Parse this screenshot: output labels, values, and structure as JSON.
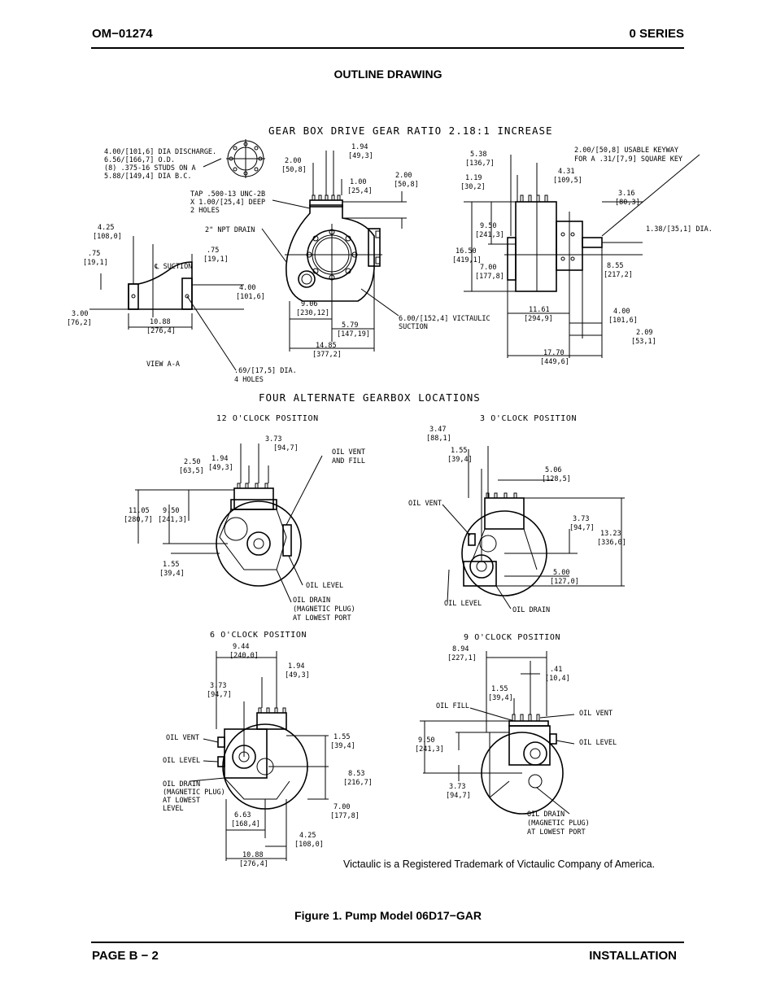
{
  "header": {
    "doc_number": "OM−01274",
    "series": "0 SERIES"
  },
  "section_title": "OUTLINE DRAWING",
  "drawing": {
    "main_title": "GEAR BOX DRIVE GEAR RATIO 2.18:1 INCREASE",
    "alt_title": "FOUR ALTERNATE GEARBOX LOCATIONS",
    "top_left": {
      "discharge_note": [
        "4.00/[101,6] DIA DISCHARGE.",
        "6.56/[166,7] O.D.",
        "(8) .375-16 STUDS ON A",
        "5.88/[149,4] DIA B.C."
      ],
      "tap_note": [
        "TAP .500-13 UNC-2B",
        "X 1.00/[25,4] DEEP",
        "2 HOLES"
      ],
      "npt_drain": "2\" NPT DRAIN",
      "suction_note": [
        "6.00/[152,4] VICTAULIC",
        "SUCTION"
      ],
      "suction_cl": "℄ SUCTION",
      "view": "VIEW A-A",
      "holes_note": [
        ".69/[17,5] DIA.",
        "4 HOLES"
      ],
      "dims": {
        "d425": [
          "4.25",
          "[108,0]"
        ],
        "d75a": [
          ".75",
          "[19,1]"
        ],
        "d75b": [
          ".75",
          "[19,1]"
        ],
        "d300": [
          "3.00",
          "[76,2]"
        ],
        "d1088": [
          "10.88",
          "[276,4]"
        ],
        "d400": [
          "4.00",
          "[101,6]"
        ],
        "d194": [
          "1.94",
          "[49,3]"
        ],
        "d200a": [
          "2.00",
          "[50,8]"
        ],
        "d100": [
          "1.00",
          "[25,4]"
        ],
        "d200b": [
          "2.00",
          "[50,8]"
        ],
        "d906": [
          "9.06",
          "[230,12]"
        ],
        "d579": [
          "5.79",
          "[147,19]"
        ],
        "d1485": [
          "14.85",
          "[377,2]"
        ]
      }
    },
    "top_right": {
      "keyway_note": [
        "2.00/[50,8] USABLE KEYWAY",
        "FOR A .31/[7,9] SQUARE KEY"
      ],
      "shaft_dia": "1.38/[35,1] DIA.",
      "dims": {
        "d538": [
          "5.38",
          "[136,7]"
        ],
        "d119": [
          "1.19",
          "[30,2]"
        ],
        "d431": [
          "4.31",
          "[109,5]"
        ],
        "d316": [
          "3.16",
          "[80,3]"
        ],
        "d950": [
          "9.50",
          "[241,3]"
        ],
        "d1650": [
          "16.50",
          "[419,1]"
        ],
        "d700": [
          "7.00",
          "[177,8]"
        ],
        "d855": [
          "8.55",
          "[217,2]"
        ],
        "d1161": [
          "11.61",
          "[294,9]"
        ],
        "d400": [
          "4.00",
          "[101,6]"
        ],
        "d209": [
          "2.09",
          "[53,1]"
        ],
        "d1770": [
          "17.70",
          "[449,6]"
        ]
      }
    },
    "p12": {
      "title": "12 O'CLOCK POSITION",
      "oil_vent_fill": [
        "OIL VENT",
        "AND FILL"
      ],
      "oil_level": "OIL LEVEL",
      "oil_drain": [
        "OIL DRAIN",
        "(MAGNETIC PLUG)",
        "AT LOWEST PORT"
      ],
      "dims": {
        "d373": [
          "3.73",
          "[94,7]"
        ],
        "d194": [
          "1.94",
          "[49,3]"
        ],
        "d250": [
          "2.50",
          "[63,5]"
        ],
        "d1105": [
          "11.05",
          "[280,7]"
        ],
        "d950": [
          "9.50",
          "[241,3]"
        ],
        "d155": [
          "1.55",
          "[39,4]"
        ]
      }
    },
    "p3": {
      "title": "3 O'CLOCK POSITION",
      "oil_vent": "OIL VENT",
      "oil_level": "OIL LEVEL",
      "oil_drain": "OIL DRAIN",
      "dims": {
        "d347": [
          "3.47",
          "[88,1]"
        ],
        "d155": [
          "1.55",
          "[39,4]"
        ],
        "d506": [
          "5.06",
          "[128,5]"
        ],
        "d373": [
          "3.73",
          "[94,7]"
        ],
        "d1323": [
          "13.23",
          "[336,0]"
        ],
        "d500": [
          "5.00",
          "[127,0]"
        ]
      }
    },
    "p6": {
      "title": "6 O'CLOCK POSITION",
      "oil_vent": "OIL VENT",
      "oil_level": "OIL LEVEL",
      "oil_drain": [
        "OIL DRAIN",
        "(MAGNETIC PLUG)",
        "AT LOWEST",
        "LEVEL"
      ],
      "dims": {
        "d944": [
          "9.44",
          "[240,0]"
        ],
        "d194": [
          "1.94",
          "[49,3]"
        ],
        "d373": [
          "3.73",
          "[94,7]"
        ],
        "d155": [
          "1.55",
          "[39,4]"
        ],
        "d853": [
          "8.53",
          "[216,7]"
        ],
        "d700": [
          "7.00",
          "[177,8]"
        ],
        "d663": [
          "6.63",
          "[168,4]"
        ],
        "d425": [
          "4.25",
          "[108,0]"
        ],
        "d1088": [
          "10.88",
          "[276,4]"
        ]
      }
    },
    "p9": {
      "title": "9 O'CLOCK POSITION",
      "oil_fill": "OIL FILL",
      "oil_vent": "OIL VENT",
      "oil_level": "OIL LEVEL",
      "oil_drain": [
        "OIL DRAIN",
        "(MAGNETIC PLUG)",
        "AT LOWEST PORT"
      ],
      "dims": {
        "d894": [
          "8.94",
          "[227,1]"
        ],
        "d41": [
          ".41",
          "[10,4]"
        ],
        "d155": [
          "1.55",
          "[39,4]"
        ],
        "d950": [
          "9.50",
          "[241,3]"
        ],
        "d373": [
          "3.73",
          "[94,7]"
        ]
      }
    }
  },
  "trademark": "Victaulic is a Registered Trademark of Victaulic Company of America.",
  "caption": "Figure 1.  Pump Model 06D17−GAR",
  "footer": {
    "page": "PAGE B − 2",
    "section": "INSTALLATION"
  }
}
